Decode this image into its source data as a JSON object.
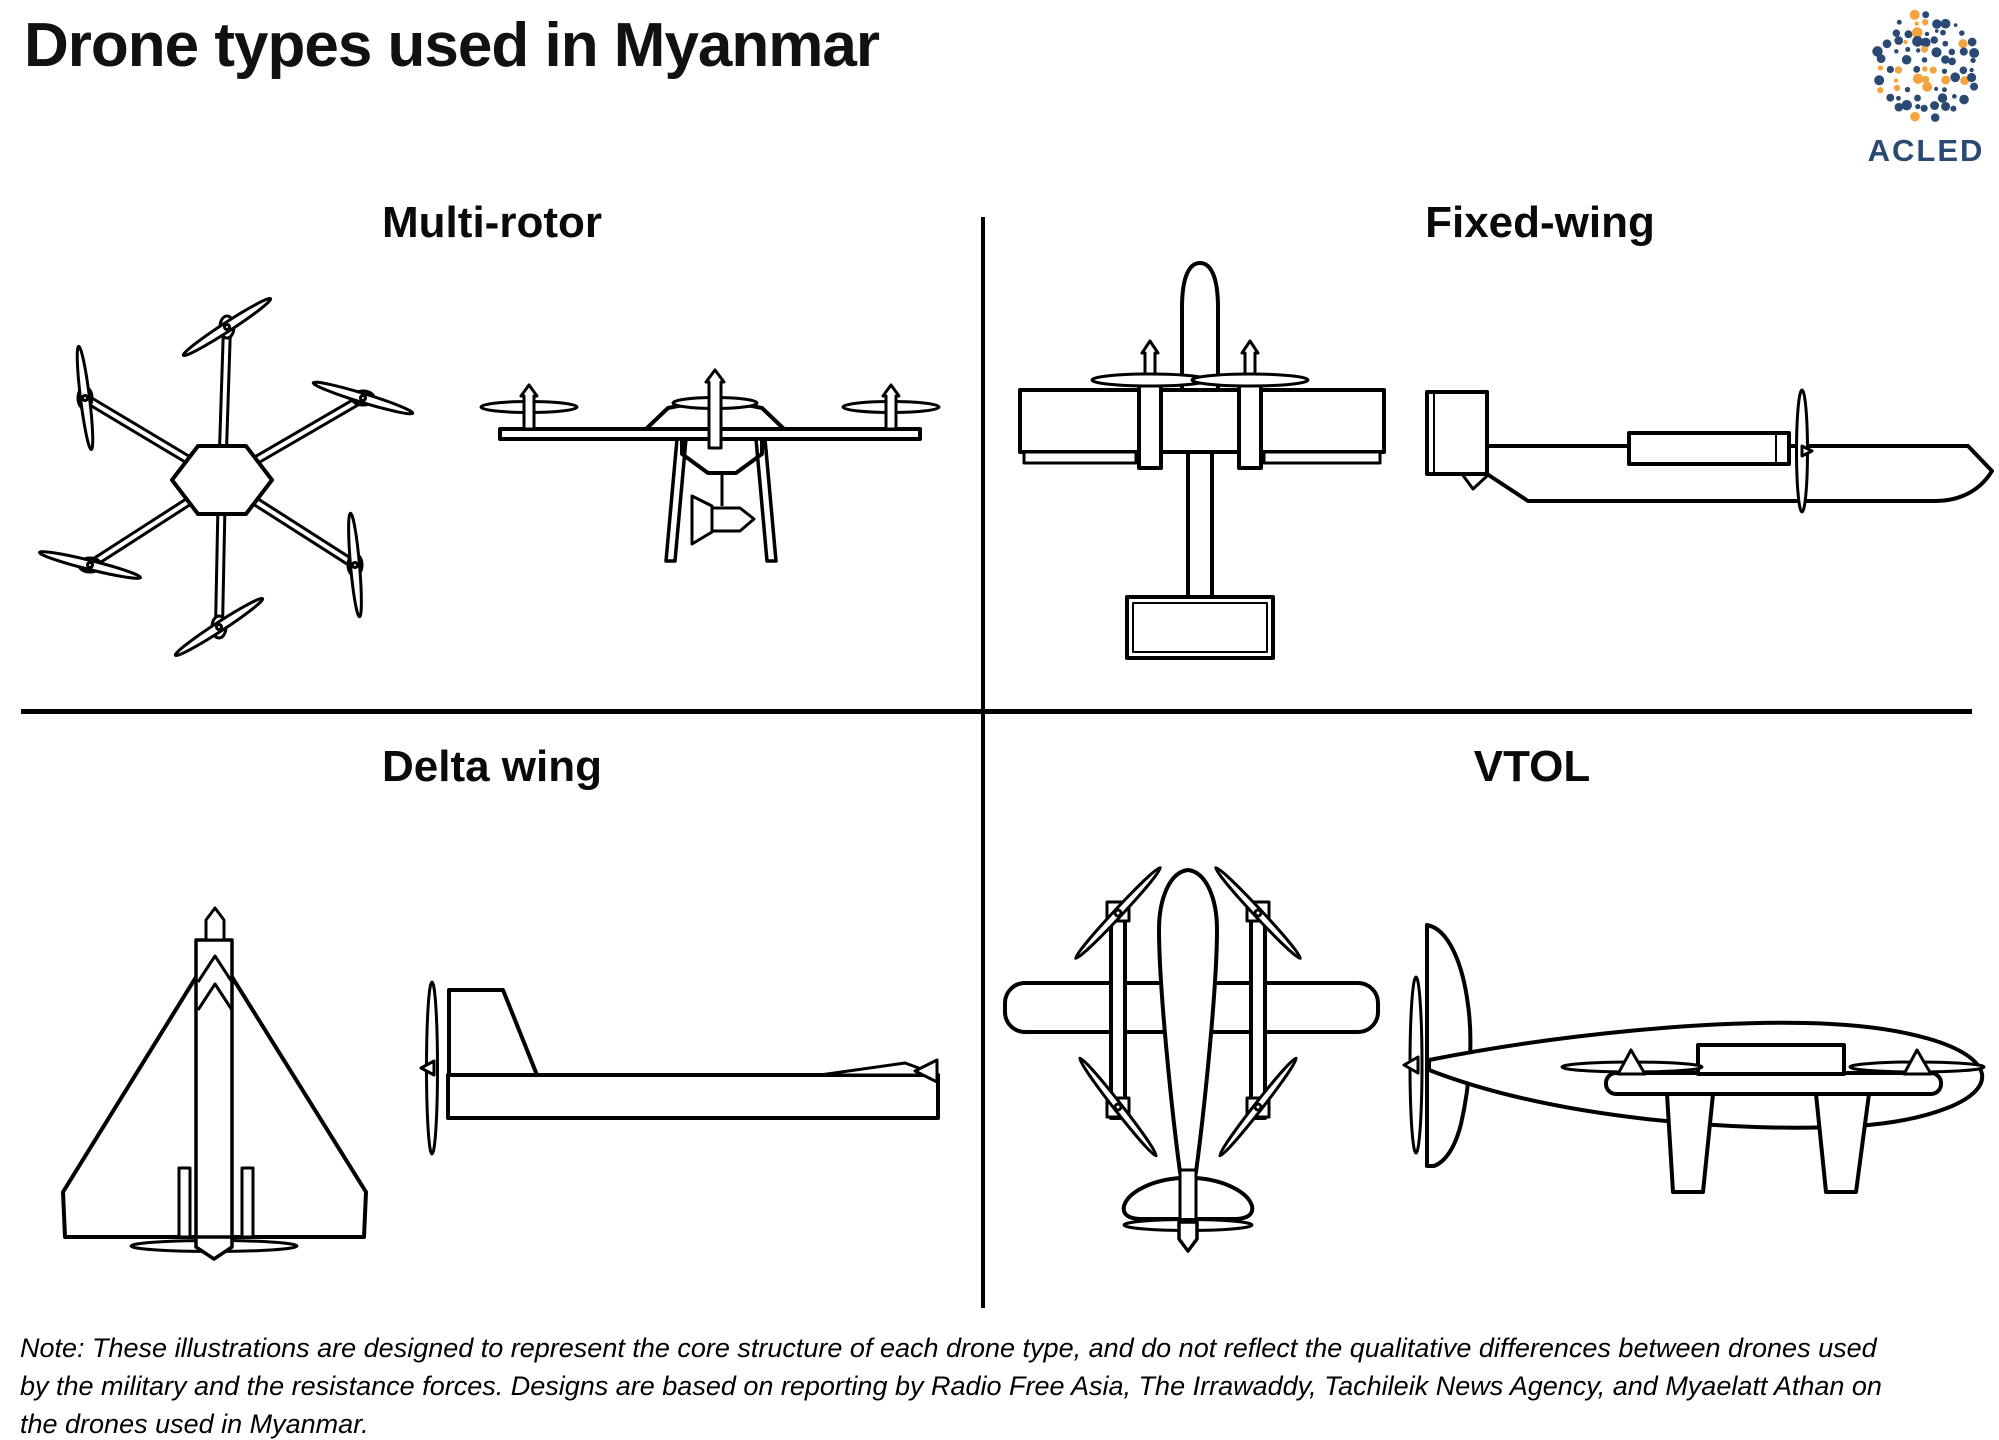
{
  "title": "Drone types used in Myanmar",
  "logo": {
    "text": "ACLED",
    "navy": "#2a4a73",
    "orange": "#f3a43e"
  },
  "quadrants": {
    "multi_rotor": {
      "label": "Multi-rotor",
      "illustrations": [
        "hexacopter-top-view",
        "multirotor-side-view"
      ]
    },
    "fixed_wing": {
      "label": "Fixed-wing",
      "illustrations": [
        "fixed-wing-top-view",
        "fixed-wing-side-view"
      ]
    },
    "delta_wing": {
      "label": "Delta wing",
      "illustrations": [
        "delta-wing-top-view",
        "delta-wing-side-view"
      ]
    },
    "vtol": {
      "label": "VTOL",
      "illustrations": [
        "vtol-top-view",
        "vtol-side-view"
      ]
    }
  },
  "note": {
    "lines": [
      "Note: These illustrations are designed to represent the core structure of each drone type, and do not reflect the qualitative differences between drones used",
      "by the military and the resistance forces. Designs are based on reporting by Radio Free Asia, The Irrawaddy, Tachileik News Agency, and Myaelatt Athan on",
      "the drones used in Myanmar."
    ]
  },
  "colors": {
    "ink": "#000000",
    "background": "#ffffff"
  }
}
